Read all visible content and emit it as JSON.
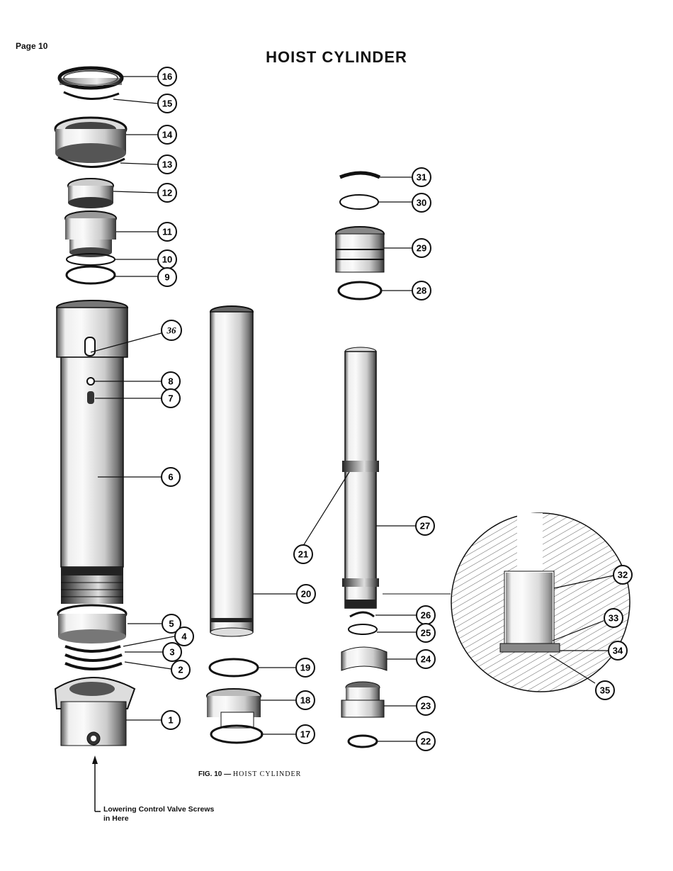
{
  "page_label": "Page 10",
  "title": "HOIST CYLINDER",
  "caption": {
    "fig": "FIG. 10",
    "dash": " — ",
    "text": "HOIST CYLINDER"
  },
  "note": {
    "line1": "Lowering Control Valve Screws",
    "line2": "in Here"
  },
  "callouts": [
    "1",
    "2",
    "3",
    "4",
    "5",
    "6",
    "7",
    "8",
    "9",
    "10",
    "11",
    "12",
    "13",
    "14",
    "15",
    "16",
    "17",
    "18",
    "19",
    "20",
    "21",
    "22",
    "23",
    "24",
    "25",
    "26",
    "27",
    "28",
    "29",
    "30",
    "31",
    "32",
    "33",
    "34",
    "35",
    "36"
  ],
  "callout_36_text": "36"
}
